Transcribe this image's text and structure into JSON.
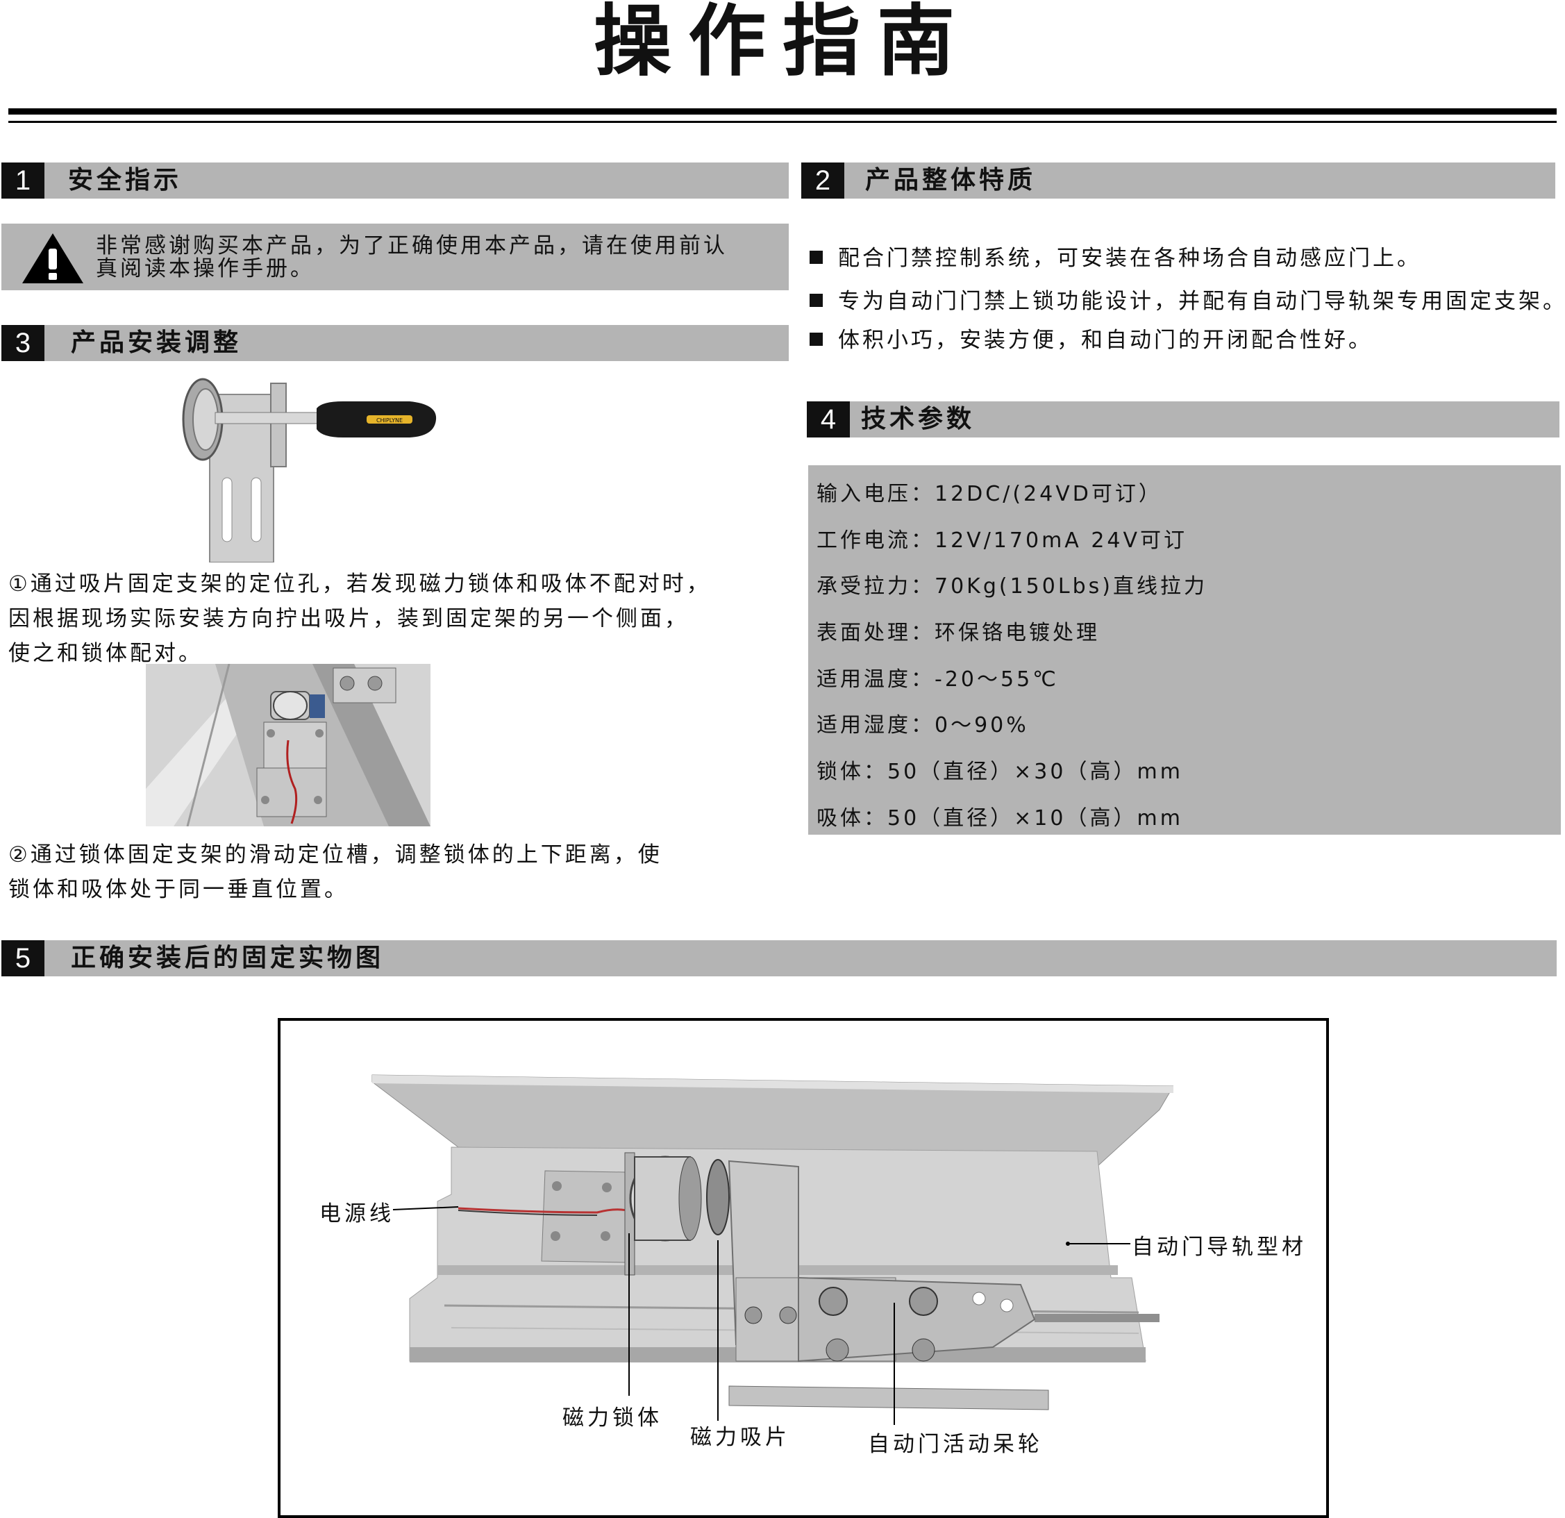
{
  "title": "操作指南",
  "sections": {
    "s1": {
      "num": "1",
      "label": "安全指示"
    },
    "s2": {
      "num": "2",
      "label": "产品整体特质"
    },
    "s3": {
      "num": "3",
      "label": "产品安装调整"
    },
    "s4": {
      "num": "4",
      "label": "技术参数"
    },
    "s5": {
      "num": "5",
      "label": "正确安装后的固定实物图"
    }
  },
  "safety": {
    "line1": "非常感谢购买本产品，为了正确使用本产品，请在使用前认",
    "line2": "真阅读本操作手册。"
  },
  "features": [
    "配合门禁控制系统，可安装在各种场合自动感应门上。",
    "专为自动门门禁上锁功能设计，并配有自动门导轨架专用固定支架。",
    "体积小巧，安装方便，和自动门的开闭配合性好。"
  ],
  "specs": [
    "输入电压：12DC/(24VD可订）",
    "工作电流：12V/170mA  24V可订",
    "承受拉力：70Kg(150Lbs)直线拉力",
    "表面处理：环保铬电镀处理",
    "适用温度：-20～55℃",
    "适用湿度：0～90%",
    "锁体：50（直径）×30（高）mm",
    "吸体：50（直径）×10（高）mm"
  ],
  "install": {
    "step1": [
      "①通过吸片固定支架的定位孔，若发现磁力锁体和吸体不配对时，",
      "因根据现场实际安装方向拧出吸片，装到固定架的另一个侧面，",
      "使之和锁体配对。"
    ],
    "step2": [
      "②通过锁体固定支架的滑动定位槽，调整锁体的上下距离，使",
      "锁体和吸体处于同一垂直位置。"
    ],
    "screwdriver_brand": "CHIPLYNE"
  },
  "callouts": {
    "power": "电源线",
    "rail": "自动门导轨型材",
    "lock": "磁力锁体",
    "plate": "磁力吸片",
    "wheel": "自动门活动呆轮"
  }
}
